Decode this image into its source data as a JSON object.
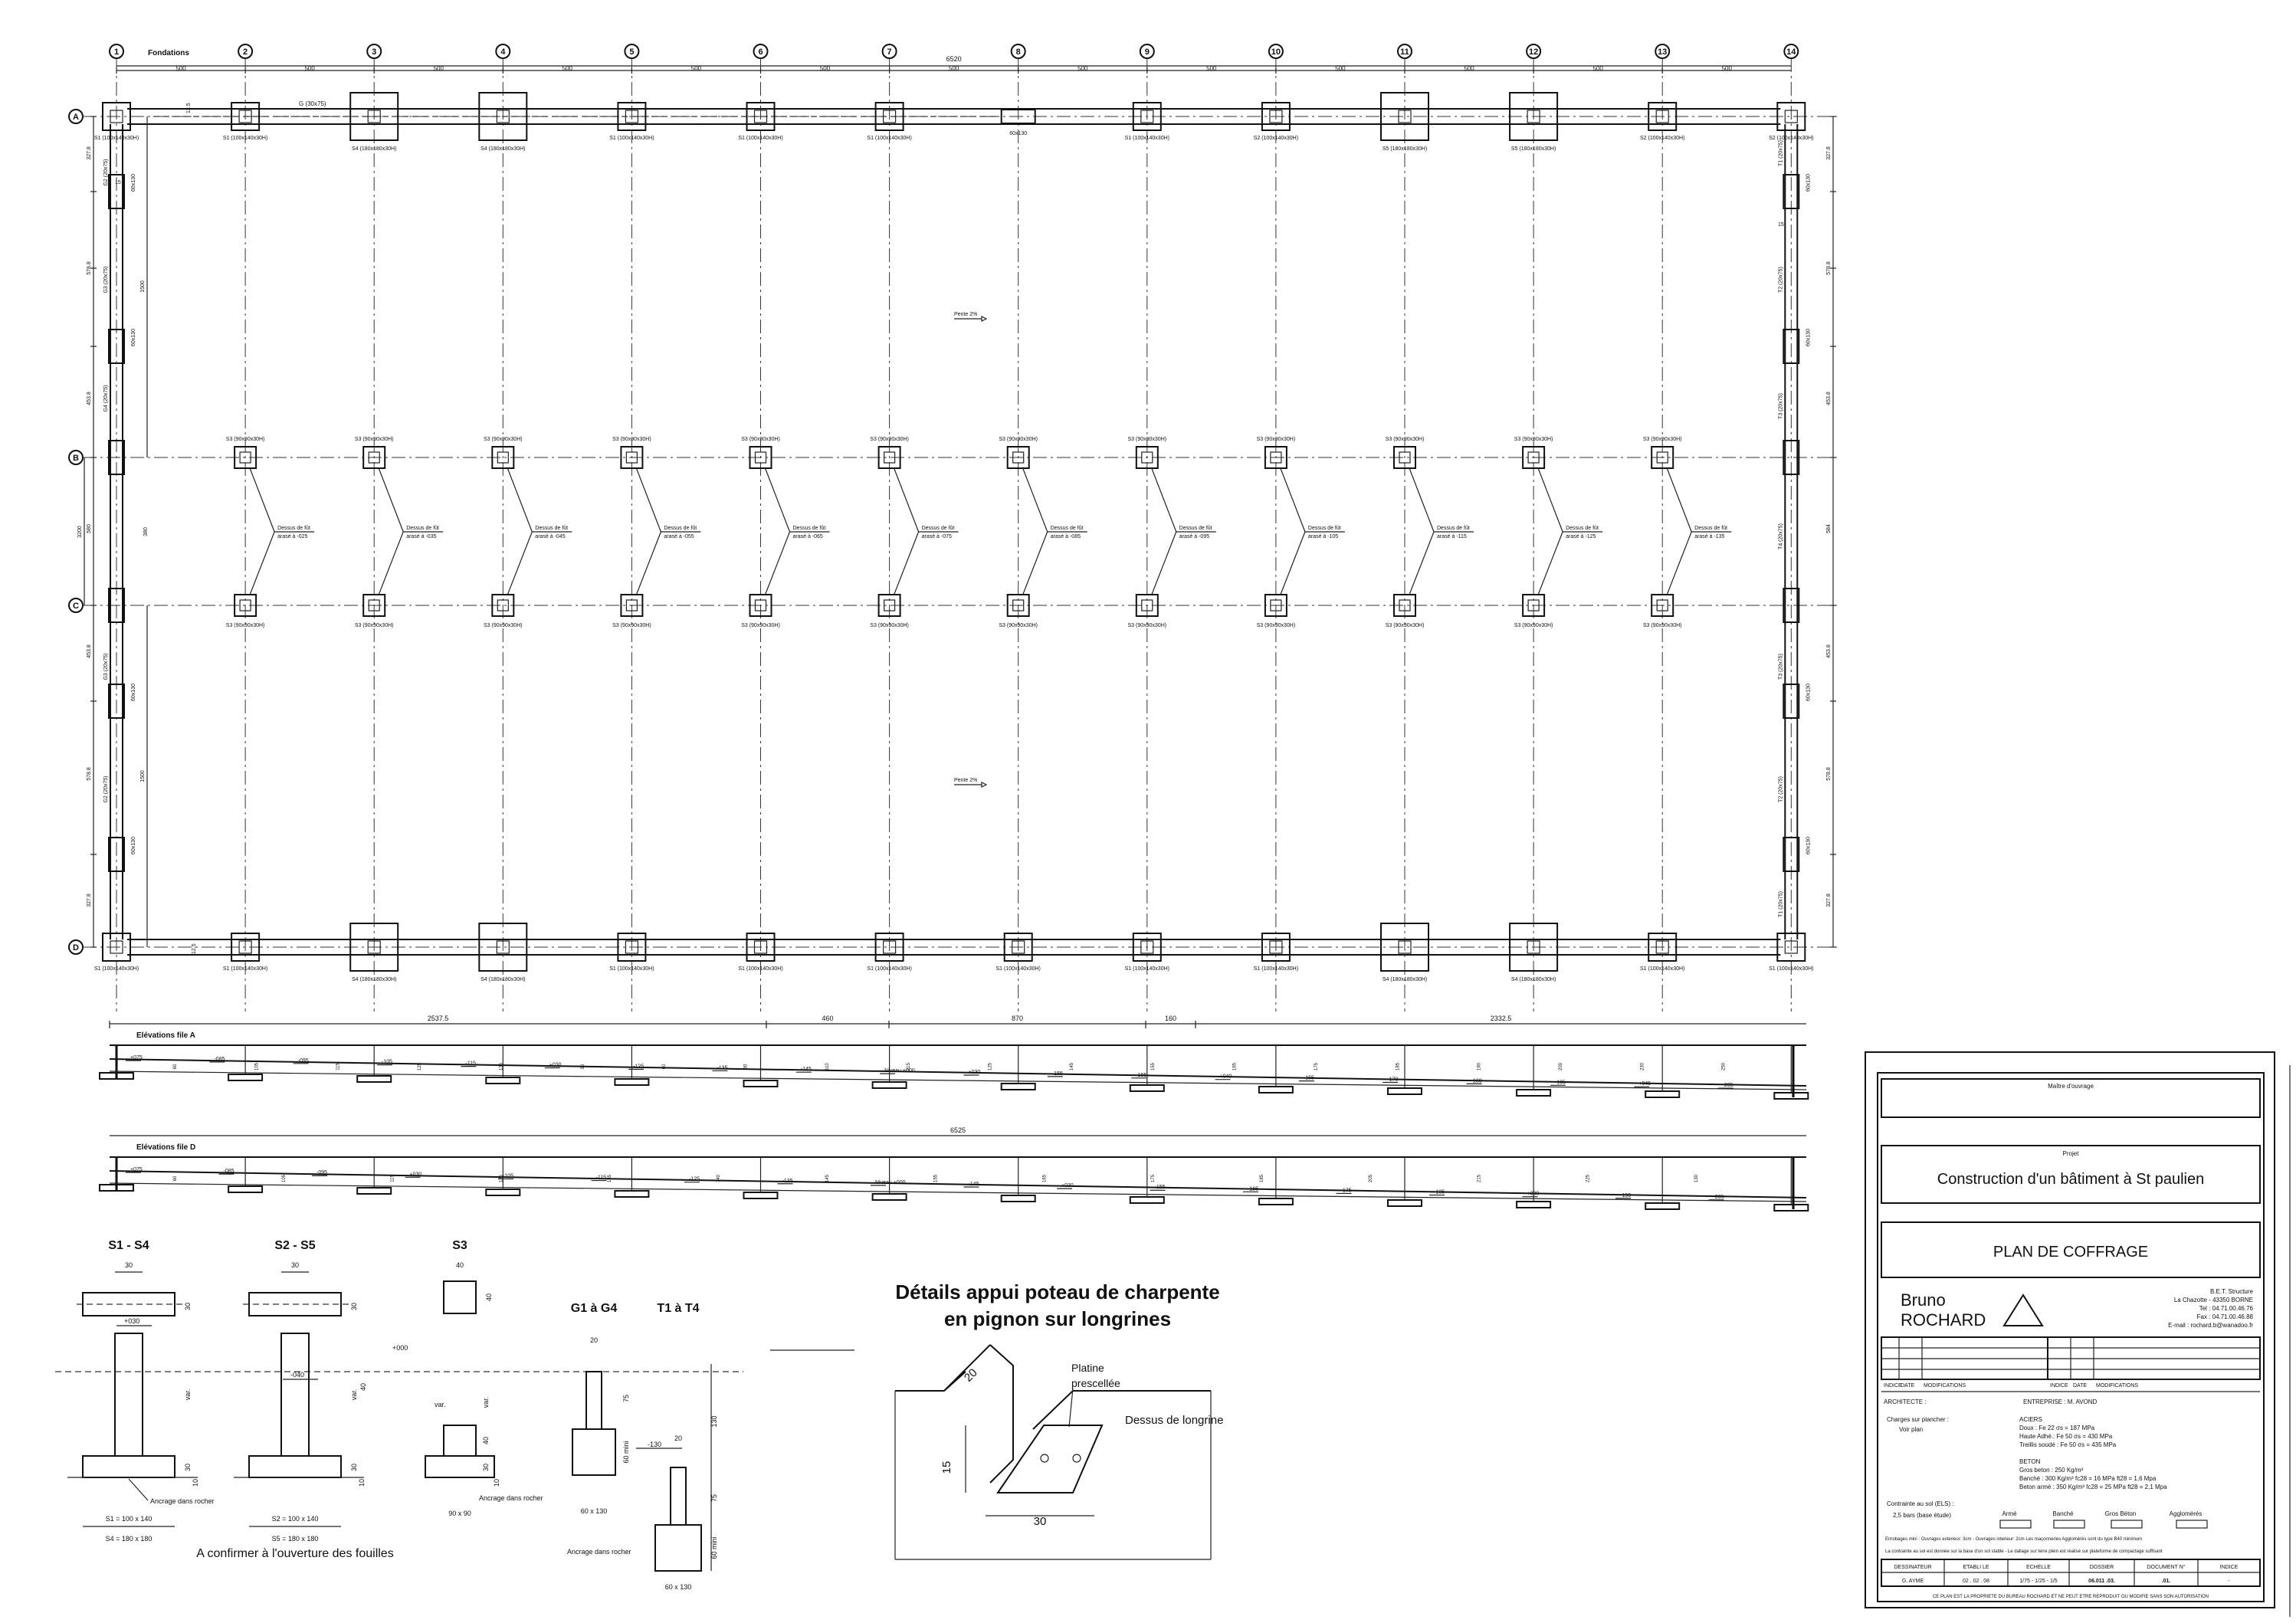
{
  "plan": {
    "title": "Fondations",
    "columns": [
      "1",
      "2",
      "3",
      "4",
      "5",
      "6",
      "7",
      "8",
      "9",
      "10",
      "11",
      "12",
      "13",
      "14"
    ],
    "rows": [
      "A",
      "B",
      "C",
      "D"
    ],
    "overall_length": "6520",
    "bay_width": "500",
    "left_dims": [
      "327.8",
      "578.8",
      "453.8",
      "580",
      "453.8",
      "578.8",
      "327.8"
    ],
    "left_total_upper": "1500",
    "left_total_lower": "1500",
    "bc_dims": [
      "3200",
      "380"
    ],
    "right_dims": [
      "327.8",
      "578.8",
      "453.8",
      "584",
      "453.8",
      "578.8",
      "327.8"
    ],
    "beam_left": [
      "G2 (20x75)",
      "G3 (20x75)",
      "G4 (20x75)",
      "G3 (20x75)",
      "G2 (20x75)"
    ],
    "beam_right": [
      "T1 (20x75)",
      "T2 (20x75)",
      "T3 (20x75)",
      "T4 (20x75)",
      "T3 (20x75)",
      "T2 (20x75)",
      "T1 (20x75)"
    ],
    "beam_top": "G (30x75)",
    "small_footing": "60x130",
    "row_a_labels": [
      "S1 (100x140x30H)",
      "S1 (100x140x30H)",
      "S4 (180x180x30H)",
      "S4 (180x180x30H)",
      "S1 (100x140x30H)",
      "S1 (100x140x30H)",
      "S1 (100x140x30H)",
      "60x130",
      "S1 (100x140x30H)",
      "S2 (100x140x30H)",
      "S5 (180x180x30H)",
      "S5 (180x180x30H)",
      "S2 (100x140x30H)",
      "S2 (100x140x30H)"
    ],
    "row_d_labels": [
      "S1 (100x140x30H)",
      "S1 (100x140x30H)",
      "S4 (180x180x30H)",
      "S4 (180x180x30H)",
      "S1 (100x140x30H)",
      "S1 (100x140x30H)",
      "S1 (100x140x30H)",
      "S1 (100x140x30H)",
      "S1 (100x140x30H)",
      "S1 (100x140x30H)",
      "S4 (180x180x30H)",
      "S4 (180x180x30H)",
      "S1 (100x140x30H)",
      "S1 (100x140x30H)"
    ],
    "inner_label": "S3 (90x90x30H)",
    "slab_notes": [
      "Dessus de fût arasé à -025",
      "Dessus de fût arasé à -035",
      "Dessus de fût arasé à -045",
      "Dessus de fût arasé à -055",
      "Dessus de fût arasé à -065",
      "Dessus de fût arasé à -075",
      "Dessus de fût arasé à -085",
      "Dessus de fût arasé à -095",
      "Dessus de fût arasé à -105",
      "Dessus de fût arasé à -115",
      "Dessus de fût arasé à -125",
      "Dessus de fût arasé à -135"
    ],
    "slope": "Pente 2%",
    "small_dims": [
      "12.5",
      "12.5",
      "15",
      "15",
      "20"
    ]
  },
  "elevations": {
    "a": {
      "title": "Elévations file A",
      "spans": [
        "2537.5",
        "460",
        "870",
        "160",
        "2332.5"
      ],
      "levels": [
        "+075",
        "-085",
        "-095",
        "-105",
        "-115",
        "+030",
        "-125",
        "-135",
        "-145",
        "Niveau +000",
        "+030",
        "-155",
        "-165",
        "+040",
        "-155",
        "-170",
        "-180",
        "-195",
        "+045",
        "-205"
      ],
      "heights": [
        "60",
        "105",
        "115",
        "125",
        "135",
        "90",
        "60",
        "80",
        "110",
        "115",
        "125",
        "145",
        "155",
        "165",
        "175",
        "185",
        "190",
        "200",
        "230",
        "250"
      ]
    },
    "d": {
      "title": "Elévations file D",
      "span": "6525",
      "levels": [
        "+075",
        "-085",
        "-095",
        "+030",
        "-105",
        "-115",
        "-125",
        "-135",
        "Niveau +000",
        "-145",
        "+030",
        "-155",
        "-165",
        "-175",
        "-185",
        "+030",
        "-190",
        "-205"
      ],
      "heights": [
        "60",
        "105",
        "115",
        "125",
        "135",
        "140",
        "145",
        "155",
        "165",
        "175",
        "185",
        "205",
        "215",
        "225",
        "130"
      ]
    }
  },
  "details": {
    "s1s4": {
      "title": "S1 - S4",
      "w": "30",
      "h": "30",
      "level": "+030",
      "var": "var.",
      "d1": "30",
      "d2": "10",
      "note": "Ancrage dans rocher",
      "dim1": "S1 = 100 x 140",
      "dim2": "S4 = 180 x 180"
    },
    "s2s5": {
      "title": "S2 - S5",
      "w": "30",
      "h": "30",
      "level": "-040",
      "var": "var.",
      "d1": "30",
      "d2": "10",
      "dim1": "S2 = 100 x 140",
      "dim2": "S5 = 180 x 180",
      "h2": "40"
    },
    "s3": {
      "title": "S3",
      "w": "40",
      "h": "40",
      "var": "var.",
      "var2": "var.",
      "d1": "40",
      "d2": "30",
      "d3": "10",
      "note": "Ancrage dans rocher",
      "dim": "90 x 90",
      "level": "+000"
    },
    "g": {
      "title": "G1 à G4",
      "w": "20",
      "h": "75",
      "mini": "60 mini",
      "dim": "60 x 130"
    },
    "t": {
      "title": "T1 à T4",
      "w": "20",
      "level": "-130",
      "h": "75",
      "mini": "60 mini",
      "note": "Ancrage dans rocher",
      "dim": "60 x 130",
      "total": "130"
    },
    "footnote": "A confirmer à l'ouverture des fouilles"
  },
  "support_detail": {
    "title1": "Détails appui poteau de charpente",
    "title2": "en pignon sur longrines",
    "plate1": "Platine",
    "plate2": "prescellée",
    "top": "Dessus de longrine",
    "dim_h": "15",
    "dim_w": "30",
    "dim_d": "20"
  },
  "title_block": {
    "owner_label": "Maître d'ouvrage",
    "project_label": "Projet",
    "project": "Construction d'un bâtiment à St paulien",
    "plan_title": "PLAN DE COFFRAGE",
    "author1": "Bruno",
    "author2": "ROCHARD",
    "bet": [
      "B.E.T. Structure",
      "La Chazotte - 43350 BORNE",
      "Tel : 04.71.00.46.76",
      "Fax : 04.71.00.46.88",
      "E-mail : rochard.b@wanadoo.fr"
    ],
    "mod_headers": [
      "INDICE",
      "DATE",
      "MODIFICATIONS",
      "INDICE",
      "DATE",
      "MODIFICATIONS"
    ],
    "architect": "ARCHITECTE :",
    "company": "ENTREPRISE : M. AVOND",
    "charges1": "Charges sur plancher :",
    "charges2": "Voir plan",
    "steel_title": "ACIERS",
    "steel": [
      "Doux :        Fe 22   σs = 187 MPa",
      "Haute Adhé.:  Fe 50   σs = 430 MPa",
      "Treillis soudé : Fe 50  σs = 435 MPa"
    ],
    "concrete_title": "BETON",
    "concrete": [
      "Gros beton : 250 Kg/m³",
      "Banché :    300  Kg/m³   fc28 = 16 MPa ft28 = 1,6 Mpa",
      "Beton armé : 350 Kg/m³   fc28 = 25 MPa ft28 = 2,1 Mpa"
    ],
    "soil1": "Contrainte au sol (ELS) :",
    "soil2": "2,5 bars (base étude)",
    "legend": [
      "Armé",
      "Banché",
      "Gros Béton",
      "Agglomérés"
    ],
    "enrobage": "Enrobages mini : Ouvrages exterieur: 3cm - Ouvrages interieur: 2cm       Les maçonneries Agglomérés sont du type B40 minimum",
    "note": "La contrainte au sol est donnée sur la base d'un sol stable - Le dallage sur terre plein est réalisé sur plateforme de compactage suffisant",
    "headers": [
      "DESSINATEUR",
      "ETABLI LE",
      "ECHELLE",
      "DOSSIER",
      "DOCUMENT N°",
      "INDICE"
    ],
    "values": [
      "G. AYME",
      "02 . 02 . 08",
      "1/75 - 1/25 - 1/5",
      "06.011 .03.",
      ".01.",
      "-"
    ],
    "footer": "CE PLAN EST LA PROPRIETE DU BUREAU ROCHARD ET NE PEUT ETRE REPRODUIT OU MODIFIE SANS SON AUTORISATION"
  }
}
